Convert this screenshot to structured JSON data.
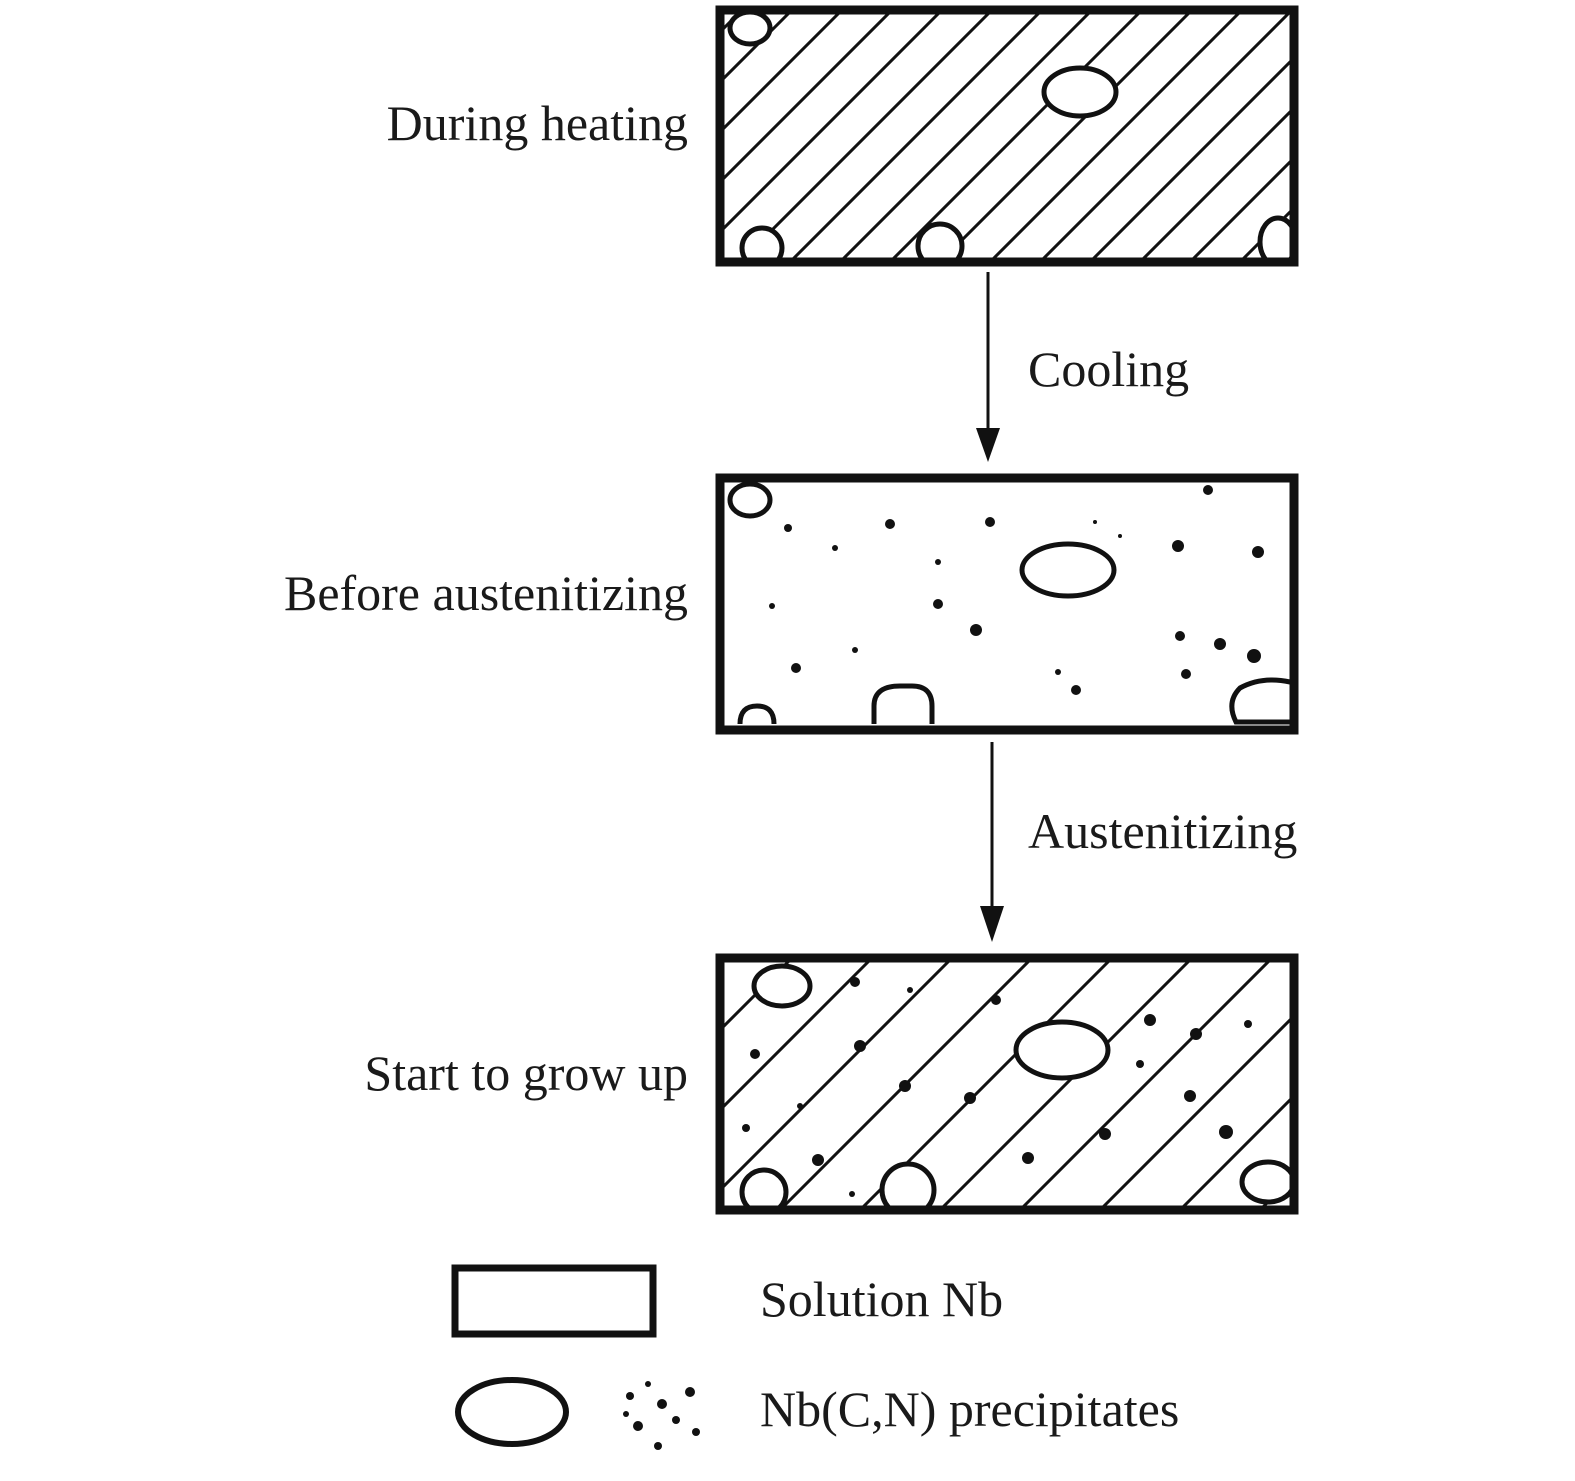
{
  "stages": [
    {
      "label": "During heating"
    },
    {
      "label": "Before austenitizing"
    },
    {
      "label": "Start to grow up"
    }
  ],
  "transitions": [
    {
      "label": "Cooling"
    },
    {
      "label": "Austenitizing"
    }
  ],
  "legend": [
    {
      "label": "Solution Nb"
    },
    {
      "label": "Nb(C,N) precipitates"
    }
  ]
}
